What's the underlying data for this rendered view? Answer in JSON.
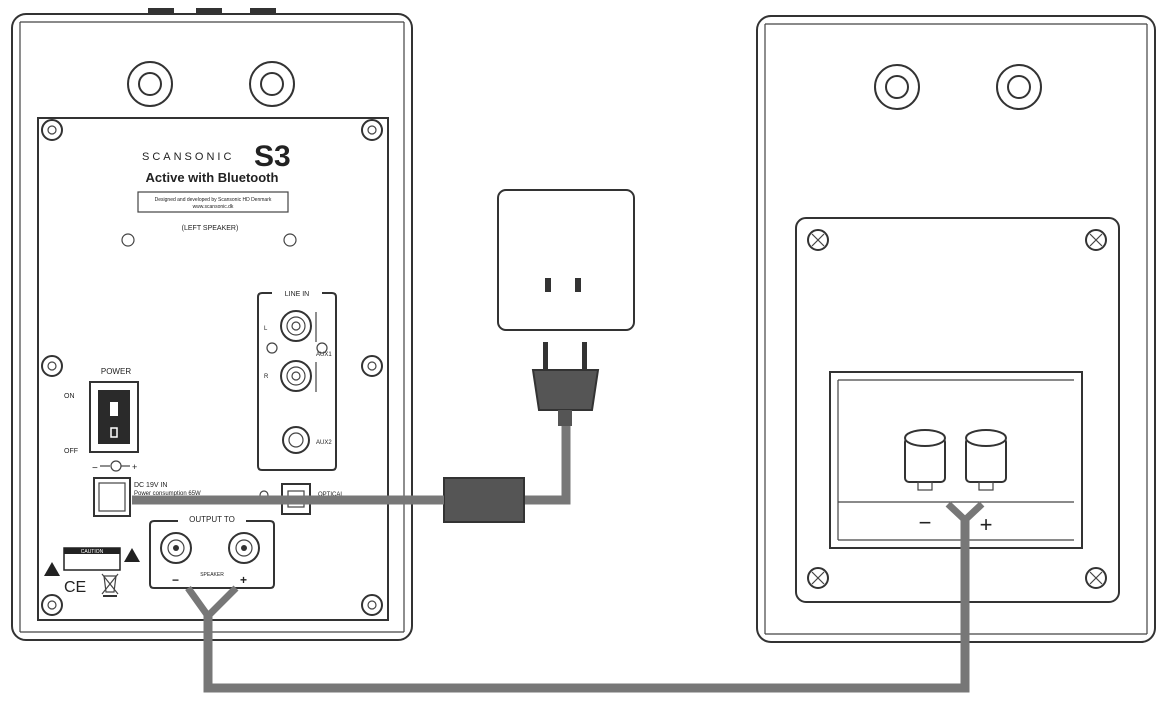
{
  "left_speaker": {
    "brand": "SCANSONIC",
    "model": "S3",
    "tagline": "Active with Bluetooth",
    "plate_line1": "Designed and developed by Scansonic HD Denmark",
    "plate_line2": "www.scansonic.dk",
    "side_label": "(LEFT SPEAKER)",
    "line_in_label": "LINE IN",
    "aux1_label": "AUX1",
    "aux2_label": "AUX2",
    "l_label": "L",
    "r_label": "R",
    "power_label": "POWER",
    "on_label": "ON",
    "off_label": "OFF",
    "dc_line1": "DC 19V IN",
    "dc_line2": "Power consumption 65W",
    "optical_label": "OPTICAL",
    "output_label": "OUTPUT TO",
    "speaker_label": "SPEAKER",
    "minus": "−",
    "plus": "+",
    "caution_label": "CAUTION",
    "ce_mark": "CE"
  },
  "right_speaker": {
    "minus": "−",
    "plus": "+"
  }
}
